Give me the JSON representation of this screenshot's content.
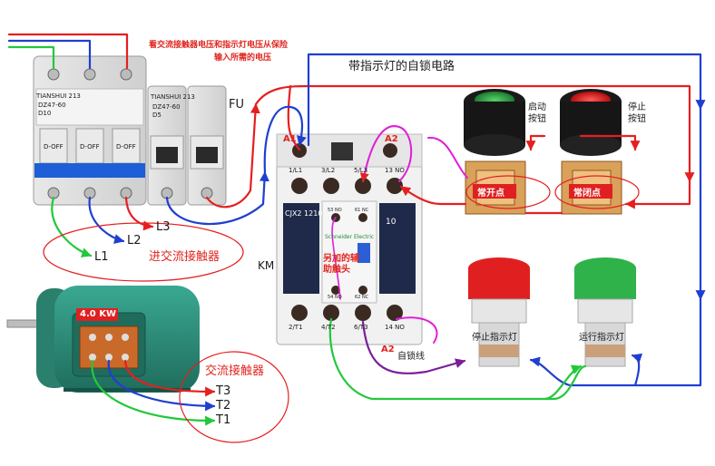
{
  "notes": {
    "title_line1": "看交流接触器电压和指示灯电压从保险",
    "title_line2": "输入所需的电压",
    "self_lock_circuit": "带指示灯的自锁电路"
  },
  "breaker": {
    "brand": "TIANSHUI 213",
    "model": "DZ47-60",
    "rating": "D10",
    "marks": [
      "D-OFF",
      "D-OFF",
      "D-OFF"
    ]
  },
  "fuses": {
    "label": "FU",
    "brand": "TIANSHUI 213",
    "model": "DZ47-60",
    "rating": "D5"
  },
  "inputs": {
    "l1": "L1",
    "l2": "L2",
    "l3": "L3",
    "caption": "进交流接触器"
  },
  "motor": {
    "power": "4.0 KW"
  },
  "outputs": {
    "t1": "T1",
    "t2": "T2",
    "t3": "T3",
    "caption": "交流接触器"
  },
  "contactor": {
    "label": "KM",
    "model": "CJX2 1210",
    "brand": "Schneider Electric",
    "rating": "10",
    "a1": "A1",
    "a2_top": "A2",
    "a2_bottom": "A2",
    "top_terminals": [
      "1/L1",
      "3/L2",
      "5/L3",
      "13 NO"
    ],
    "bottom_terminals": [
      "2/T1",
      "4/T2",
      "6/T3",
      "14 NO"
    ],
    "aux_block": "另加的辅助触头",
    "aux_terminals_top": [
      "53 NO",
      "61 NC"
    ],
    "aux_terminals_bottom": [
      "54 NO",
      "62 NC"
    ],
    "self_lock_wire": "自锁线"
  },
  "buttons": {
    "start_label": "启动按钮",
    "stop_label": "停止按钮",
    "normally_open": "常开点",
    "normally_closed": "常闭点"
  },
  "lamps": {
    "stop_lamp": "停止指示灯",
    "run_lamp": "运行指示灯"
  },
  "colors": {
    "wire_red": "#e51f1f",
    "wire_blue": "#1f3fd0",
    "wire_green": "#22c83a",
    "wire_magenta": "#e01fd8",
    "wire_purple": "#7a1f9a",
    "lamp_red": "#e02020",
    "lamp_green": "#2fb24a",
    "motor": "#2f8f7c"
  }
}
